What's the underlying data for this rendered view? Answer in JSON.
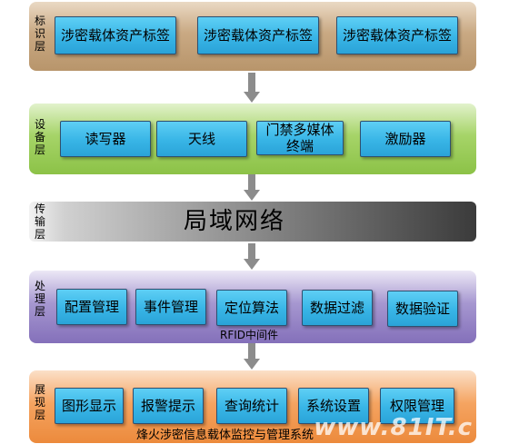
{
  "layers": {
    "identify": {
      "label": "标识层",
      "boxes": [
        "涉密载体资产标签",
        "涉密载体资产标签",
        "涉密载体资产标签"
      ]
    },
    "device": {
      "label": "设备层",
      "boxes": [
        "读写器",
        "天线",
        "门禁多媒体终端",
        "激励器"
      ]
    },
    "transport": {
      "label": "传输层",
      "network": "局域网络"
    },
    "processing": {
      "label": "处理层",
      "boxes": [
        "配置管理",
        "事件管理",
        "定位算法",
        "数据过滤",
        "数据验证"
      ],
      "caption": "RFID中间件"
    },
    "presentation": {
      "label": "展现层",
      "boxes": [
        "图形显示",
        "报警提示",
        "查询统计",
        "系统设置",
        "权限管理"
      ],
      "caption": "烽火涉密信息载体监控与管理系统"
    }
  },
  "watermark": "www.81IT.c",
  "colors": {
    "identify": "#c9a983",
    "device": "#9ccf58",
    "transport": "#4d4d4d",
    "processing": "#8f7dc1",
    "presentation": "#f5a461",
    "box": "#38b5e6",
    "arrow": "#8c8c8c"
  }
}
